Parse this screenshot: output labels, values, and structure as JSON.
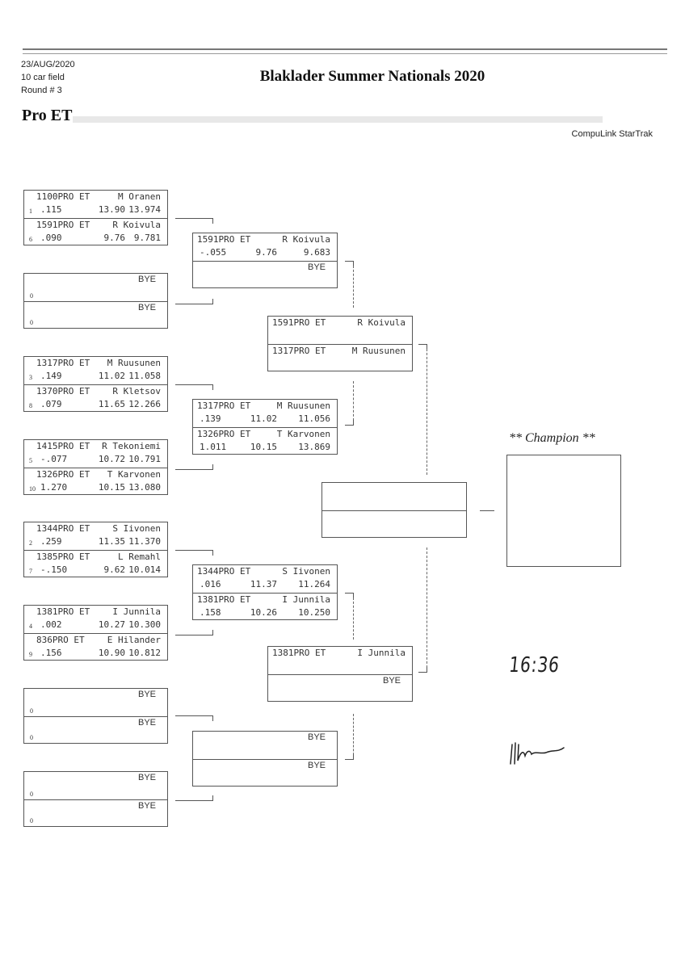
{
  "header": {
    "date": "23/AUG/2020",
    "field": "10 car field",
    "round": "Round # 3",
    "title": "Blaklader Summer Nationals 2020",
    "class": "Pro ET",
    "software": "CompuLink StarTrak"
  },
  "round1": [
    {
      "top": {
        "dial": "1100PRO ET",
        "name": "M Oranen",
        "lane": "1",
        "rt": ".115",
        "et": "13.90",
        "elapsed": "13.974"
      },
      "bottom": {
        "dial": "1591PRO ET",
        "name": "R Koivula",
        "lane": "6",
        "rt": ".090",
        "et": "9.76",
        "elapsed": "9.781"
      }
    },
    {
      "top": {
        "bye": "BYE",
        "lane": "0"
      },
      "bottom": {
        "bye": "BYE",
        "lane": "0"
      }
    },
    {
      "top": {
        "dial": "1317PRO ET",
        "name": "M Ruusunen",
        "lane": "3",
        "rt": ".149",
        "et": "11.02",
        "elapsed": "11.058"
      },
      "bottom": {
        "dial": "1370PRO ET",
        "name": "R Kletsov",
        "lane": "8",
        "rt": ".079",
        "et": "11.65",
        "elapsed": "12.266"
      }
    },
    {
      "top": {
        "dial": "1415PRO ET",
        "name": "R Tekoniemi",
        "lane": "5",
        "rt": "-.077",
        "et": "10.72",
        "elapsed": "10.791"
      },
      "bottom": {
        "dial": "1326PRO ET",
        "name": "T Karvonen",
        "lane": "10",
        "rt": "1.270",
        "et": "10.15",
        "elapsed": "13.080"
      }
    },
    {
      "top": {
        "dial": "1344PRO ET",
        "name": "S Iivonen",
        "lane": "2",
        "rt": ".259",
        "et": "11.35",
        "elapsed": "11.370"
      },
      "bottom": {
        "dial": "1385PRO ET",
        "name": "L Remahl",
        "lane": "7",
        "rt": "-.150",
        "et": "9.62",
        "elapsed": "10.014"
      }
    },
    {
      "top": {
        "dial": "1381PRO ET",
        "name": "I Junnila",
        "lane": "4",
        "rt": ".002",
        "et": "10.27",
        "elapsed": "10.300"
      },
      "bottom": {
        "dial": "836PRO ET",
        "name": "E Hilander",
        "lane": "9",
        "rt": ".156",
        "et": "10.90",
        "elapsed": "10.812"
      }
    },
    {
      "top": {
        "bye": "BYE",
        "lane": "0"
      },
      "bottom": {
        "bye": "BYE",
        "lane": "0"
      }
    },
    {
      "top": {
        "bye": "BYE",
        "lane": "0"
      },
      "bottom": {
        "bye": "BYE",
        "lane": "0"
      }
    }
  ],
  "round2": [
    {
      "top": {
        "dial": "1591PRO ET",
        "name": "R Koivula",
        "rt": "-.055",
        "et": "9.76",
        "elapsed": "9.683"
      },
      "bottom": {
        "bye": "BYE"
      }
    },
    {
      "top": {
        "dial": "1317PRO ET",
        "name": "M Ruusunen",
        "rt": ".139",
        "et": "11.02",
        "elapsed": "11.056"
      },
      "bottom": {
        "dial": "1326PRO ET",
        "name": "T Karvonen",
        "rt": "1.011",
        "et": "10.15",
        "elapsed": "13.869"
      }
    },
    {
      "top": {
        "dial": "1344PRO ET",
        "name": "S Iivonen",
        "rt": ".016",
        "et": "11.37",
        "elapsed": "11.264"
      },
      "bottom": {
        "dial": "1381PRO ET",
        "name": "I Junnila",
        "rt": ".158",
        "et": "10.26",
        "elapsed": "10.250"
      }
    },
    {
      "top": {
        "bye": "BYE"
      },
      "bottom": {
        "bye": "BYE"
      }
    }
  ],
  "round3": [
    {
      "top": {
        "dial": "1591PRO ET",
        "name": "R Koivula"
      },
      "bottom": {
        "dial": "1317PRO ET",
        "name": "M Ruusunen"
      }
    },
    {
      "top": {
        "dial": "1381PRO ET",
        "name": "I Junnila"
      },
      "bottom": {
        "bye": "BYE"
      }
    }
  ],
  "champion": {
    "label": "** Champion **"
  },
  "handwritten": {
    "time": "16:36",
    "signature": "signature"
  }
}
